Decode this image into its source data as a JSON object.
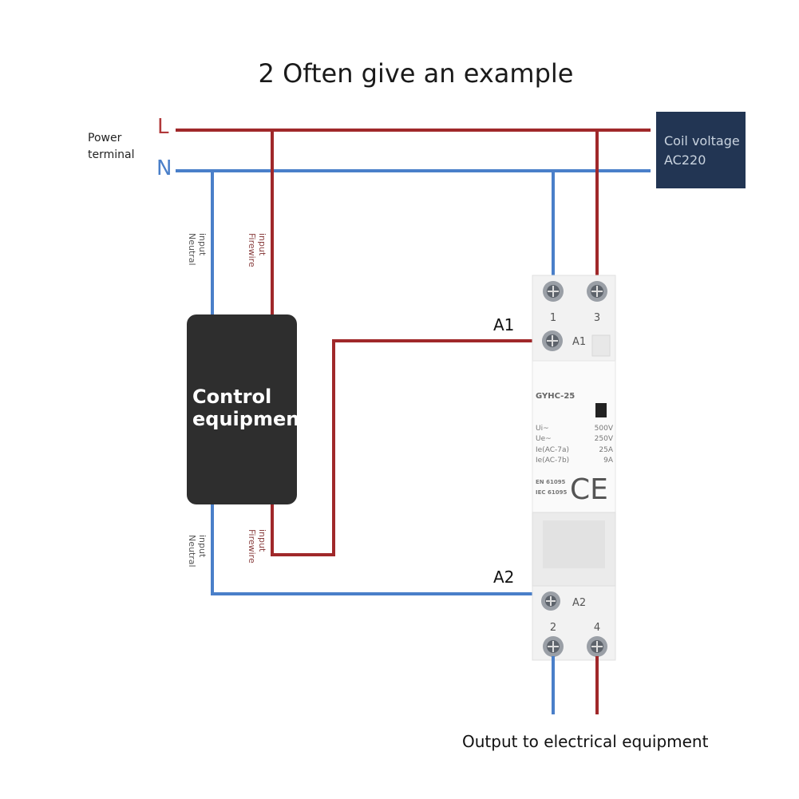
{
  "title": "2 Often give an example",
  "power": {
    "label_line1": "Power",
    "label_line2": "terminal",
    "line_l": "L",
    "line_n": "N"
  },
  "coil": {
    "line1": "Coil voltage",
    "line2": "AC220"
  },
  "control": {
    "line1": "Control",
    "line2": "equipment"
  },
  "wire_labels": {
    "neutral_top": [
      "Neutral",
      "input"
    ],
    "firewire_top": [
      "Firewire",
      "input"
    ],
    "neutral_bottom": [
      "Neutral",
      "input"
    ],
    "firewire_bottom": [
      "Firewire",
      "input"
    ]
  },
  "contactor": {
    "model": "GYHC-25",
    "terminal_1": "1",
    "terminal_3": "3",
    "terminal_2": "2",
    "terminal_4": "4",
    "a1_label": "A1",
    "a2_label": "A2",
    "a1_outer": "A1",
    "a2_outer": "A2",
    "spec_ui": "Ui~",
    "spec_ui_val": "500V",
    "spec_ue": "Ue~",
    "spec_ue_val": "250V",
    "spec_ie7a": "Ie(AC-7a)",
    "spec_ie7a_val": "25A",
    "spec_ie7b": "Ie(AC-7b)",
    "spec_ie7b_val": "9A",
    "std1": "EN 61095",
    "std2": "IEC 61095",
    "ce_mark": "CE"
  },
  "output_label": "Output to electrical equipment",
  "colors": {
    "live": "#a0282a",
    "neutral": "#4a7fc9",
    "coil_box": "#223553",
    "control_box": "#2e2e2e"
  }
}
